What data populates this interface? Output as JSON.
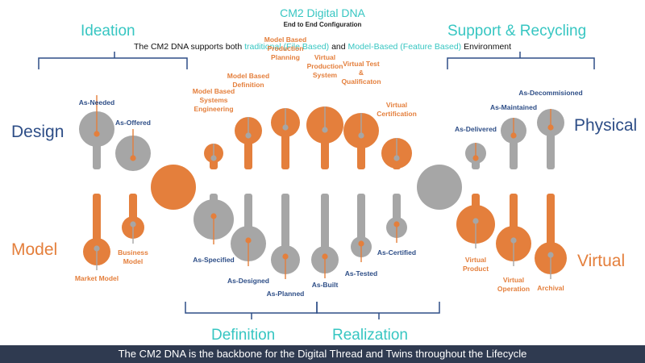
{
  "colors": {
    "teal": "#37c6c2",
    "blue": "#2e4e87",
    "orange": "#e47f3c",
    "gray": "#a6a6a6",
    "footer_bg": "#2f3a50"
  },
  "title": "CM2 Digital DNA",
  "subtitle": "End to End Configuration",
  "intro": {
    "prefix": "The CM2 DNA supports both",
    "traditional": "traditional (File Based)",
    "and": "and",
    "model_based": "Model-Based (Feature Based)",
    "suffix": "Environment"
  },
  "left_labels": {
    "design": "Design",
    "model": "Model"
  },
  "right_labels": {
    "physical": "Physical",
    "virtual": "Virtual"
  },
  "phases": {
    "ideation": "Ideation",
    "support": "Support & Recycling",
    "definition": "Definition",
    "realization": "Realization"
  },
  "top_labels": [
    "As-Needed",
    "As-Offered",
    "Model Based Systems Engineering",
    "Model Based Definition",
    "Model Based Production Planning",
    "Virtual Production System",
    "Virtual Test & Qualificaton",
    "Virtual Certification",
    "As-Delivered",
    "As-Maintained",
    "As-Decommisioned"
  ],
  "bottom_labels": [
    "Market Model",
    "Business Model",
    "As-Specified",
    "As-Designed",
    "As-Planned",
    "As-Built",
    "As-Tested",
    "As-Certified",
    "Virtual Product",
    "Virtual Operation",
    "Archival"
  ],
  "footer": "The CM2 DNA is the backbone for the Digital Thread and Twins throughout the Lifecycle"
}
